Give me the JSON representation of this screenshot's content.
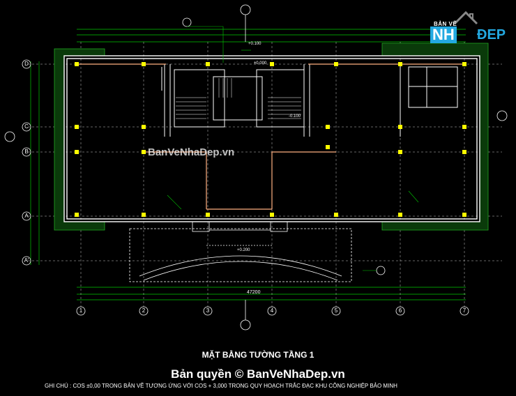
{
  "drawing": {
    "title": "MẶT BẰNG TƯỜNG TẦNG 1",
    "copyright": "Bản quyền © BanVeNhaDep.vn",
    "note": "GHI CHÚ : COS ±0,00 TRONG BẢN VẼ TƯƠNG ỨNG VỚI COS + 3,000 TRONG QUY HOẠCH TRẮC ĐẠC KHU CÔNG NGHIỆP BẢO MINH",
    "watermark": "BanVeNhaDep.vn",
    "overall_dimension": "47200"
  },
  "logo": {
    "small_text": "BẢN VẼ",
    "part1": "NH",
    "part2": "ĐEP"
  },
  "grid": {
    "columns": [
      "1",
      "2",
      "3",
      "4",
      "5",
      "6",
      "7"
    ],
    "rows": [
      "D",
      "C",
      "B",
      "A",
      "A'"
    ]
  },
  "levels": [
    "+0.100",
    "±0.000",
    "-0.100",
    "+0.200"
  ],
  "colors": {
    "background": "#000000",
    "walls": "#ffffff",
    "dimensions": "#00ff00",
    "columns": "#ffff00",
    "beams": "#ffb080",
    "hatch": "#00c000",
    "logo_blue": "#23a9e1"
  }
}
